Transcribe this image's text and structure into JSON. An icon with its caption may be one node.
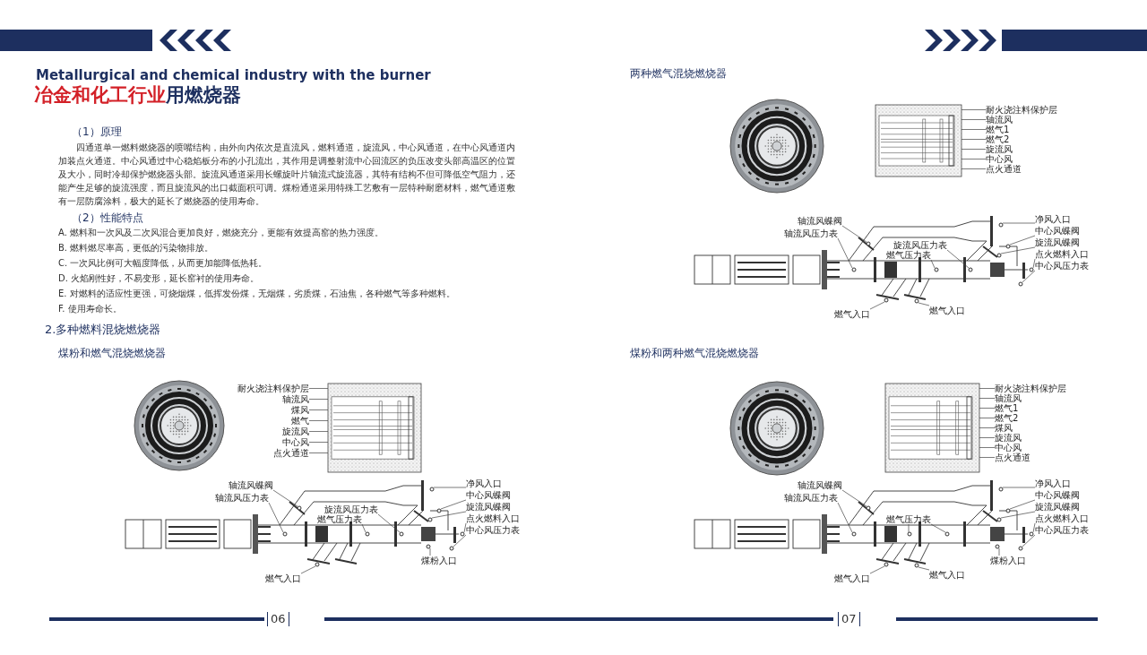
{
  "diagram": {
    "title": "Metallurgical and chemical industry with the burner",
    "nodes": [
      {
        "text": [
          "耐火浇注料保护层"
        ]
      },
      {
        "text": [
          "轴流风"
        ]
      },
      {
        "text": [
          "煤风"
        ]
      },
      {
        "text": [
          "燃气"
        ]
      },
      {
        "text": [
          "旋流风"
        ]
      },
      {
        "text": [
          "中心风"
        ]
      },
      {
        "text": [
          "点火通道"
        ]
      },
      {
        "text": [
          "轴流风蝶阀"
        ]
      },
      {
        "text": [
          "轴流风压力表"
        ]
      },
      {
        "text": [
          "旋流风压力表"
        ]
      },
      {
        "text": [
          "燃气压力表"
        ]
      },
      {
        "text": [
          "净风入口"
        ]
      },
      {
        "text": [
          "中心风蝶阀"
        ]
      },
      {
        "text": [
          "旋流风蝶阀"
        ]
      },
      {
        "text": [
          "点火燃料入口"
        ]
      },
      {
        "text": [
          "中心风压力表"
        ]
      },
      {
        "text": [
          "煤粉入口"
        ]
      },
      {
        "text": [
          "燃气入口"
        ]
      },
      {
        "text": [
          "耐火浇注料保护层"
        ]
      },
      {
        "text": [
          "轴流风"
        ]
      },
      {
        "text": [
          "燃气1"
        ]
      },
      {
        "text": [
          "燃气2"
        ]
      },
      {
        "text": [
          "旋流风"
        ]
      },
      {
        "text": [
          "中心风"
        ]
      },
      {
        "text": [
          "点火通道"
        ]
      },
      {
        "text": [
          "轴流风蝶阀"
        ]
      },
      {
        "text": [
          "轴流风压力表"
        ]
      },
      {
        "text": [
          "旋流风压力表"
        ]
      },
      {
        "text": [
          "燃气压力表"
        ]
      },
      {
        "text": [
          "净风入口"
        ]
      },
      {
        "text": [
          "中心风蝶阀"
        ]
      },
      {
        "text": [
          "旋流风蝶阀"
        ]
      },
      {
        "text": [
          "点火燃料入口"
        ]
      },
      {
        "text": [
          "中心风压力表"
        ]
      },
      {
        "text": [
          "燃气入口"
        ]
      },
      {
        "text": [
          "燃气入口"
        ]
      },
      {
        "text": [
          "耐火浇注料保护层"
        ]
      },
      {
        "text": [
          "轴流风"
        ]
      },
      {
        "text": [
          "燃气1"
        ]
      },
      {
        "text": [
          "燃气2"
        ]
      },
      {
        "text": [
          "煤风"
        ]
      },
      {
        "text": [
          "旋流风"
        ]
      },
      {
        "text": [
          "中心风"
        ]
      },
      {
        "text": [
          "点火通道"
        ]
      },
      {
        "text": [
          "轴流风蝶阀"
        ]
      },
      {
        "text": [
          "轴流风压力表"
        ]
      },
      {
        "text": [
          "燃气压力表"
        ]
      },
      {
        "text": [
          "净风入口"
        ]
      },
      {
        "text": [
          "中心风蝶阀"
        ]
      },
      {
        "text": [
          "旋流风蝶阀"
        ]
      },
      {
        "text": [
          "点火燃料入口"
        ]
      },
      {
        "text": [
          "中心风压力表"
        ]
      },
      {
        "text": [
          "煤粉入口"
        ]
      },
      {
        "text": [
          "燃气入口"
        ]
      },
      {
        "text": [
          "燃气入口"
        ]
      },
      {
        "text": [],
        "shape": "picture"
      },
      {
        "text": [],
        "shape": "circle"
      },
      {
        "text": [],
        "shape": "circle"
      },
      {
        "text": [],
        "shape": "circle"
      },
      {
        "text": [],
        "shape": "circle"
      },
      {
        "text": [],
        "shape": "circle"
      },
      {
        "text": [],
        "shape": "circle"
      },
      {
        "text": [],
        "shape": "circle"
      },
      {
        "text": [],
        "shape": "circle"
      },
      {
        "text": [],
        "shape": "circle"
      },
      {
        "text": [],
        "shape": "circle"
      },
      {
        "text": [],
        "shape": "circle"
      },
      {
        "text": [],
        "shape": "picture"
      },
      {
        "text": [],
        "shape": "circle"
      },
      {
        "text": [],
        "shape": "circle"
      },
      {
        "text": [],
        "shape": "circle"
      },
      {
        "text": [],
        "shape": "circle"
      },
      {
        "text": [],
        "shape": "circle"
      },
      {
        "text": [],
        "shape": "circle"
      },
      {
        "text": [],
        "shape": "circle"
      },
      {
        "text": [],
        "shape": "circle"
      },
      {
        "text": [],
        "shape": "circle"
      },
      {
        "text": [],
        "shape": "circle"
      },
      {
        "text": [],
        "shape": "circle"
      },
      {
        "text": [],
        "shape": "picture"
      },
      {
        "text": [],
        "shape": "circle"
      },
      {
        "text": [],
        "shape": "circle"
      },
      {
        "text": [],
        "shape": "circle"
      },
      {
        "text": [],
        "shape": "circle"
      },
      {
        "text": [],
        "shape": "circle"
      },
      {
        "text": [],
        "shape": "circle"
      },
      {
        "text": [],
        "shape": "circle"
      },
      {
        "text": [],
        "shape": "circle"
      },
      {
        "text": [],
        "shape": "circle"
      },
      {
        "text": [],
        "shape": "circle"
      },
      {
        "text": [],
        "shape": "circle"
      },
      {
        "text": [],
        "shape": "circle"
      }
    ],
    "edges": [
      {
        "from": 0,
        "to": 55,
        "arrow": "none"
      },
      {
        "from": 1,
        "to": 55,
        "arrow": "none"
      },
      {
        "from": 2,
        "to": 55,
        "arrow": "none"
      },
      {
        "from": 3,
        "to": 55,
        "arrow": "none"
      },
      {
        "from": 4,
        "to": 55,
        "arrow": "none"
      },
      {
        "from": 5,
        "to": 55,
        "arrow": "none"
      },
      {
        "from": 6,
        "to": 55,
        "arrow": "none"
      },
      {
        "from": 7,
        "to": 56,
        "arrow": "none"
      },
      {
        "from": 8,
        "to": 57,
        "arrow": "none"
      },
      {
        "from": 9,
        "to": 58,
        "arrow": "none"
      },
      {
        "from": 10,
        "to": 59,
        "arrow": "none"
      },
      {
        "from": 11,
        "to": 60,
        "arrow": "none"
      },
      {
        "from": 12,
        "to": 61,
        "arrow": "none"
      },
      {
        "from": 13,
        "to": 62,
        "arrow": "none"
      },
      {
        "from": 14,
        "to": 63,
        "arrow": "none"
      },
      {
        "from": 15,
        "to": 64,
        "arrow": "none"
      },
      {
        "from": 16,
        "to": 65,
        "arrow": "none"
      },
      {
        "from": 17,
        "to": 66,
        "arrow": "none"
      },
      {
        "from": 18,
        "to": 67,
        "arrow": "none"
      },
      {
        "from": 19,
        "to": 67,
        "arrow": "none"
      },
      {
        "from": 20,
        "to": 67,
        "arrow": "none"
      },
      {
        "from": 21,
        "to": 67,
        "arrow": "none"
      },
      {
        "from": 22,
        "to": 67,
        "arrow": "none"
      },
      {
        "from": 23,
        "to": 67,
        "arrow": "none"
      },
      {
        "from": 24,
        "to": 67,
        "arrow": "none"
      },
      {
        "from": 25,
        "to": 68,
        "arrow": "none"
      },
      {
        "from": 26,
        "to": 69,
        "arrow": "none"
      },
      {
        "from": 27,
        "to": 70,
        "arrow": "none"
      },
      {
        "from": 28,
        "to": 71,
        "arrow": "none"
      },
      {
        "from": 29,
        "to": 72,
        "arrow": "none"
      },
      {
        "from": 30,
        "to": 73,
        "arrow": "none"
      },
      {
        "from": 31,
        "to": 74,
        "arrow": "none"
      },
      {
        "from": 32,
        "to": 75,
        "arrow": "none"
      },
      {
        "from": 33,
        "to": 76,
        "arrow": "none"
      },
      {
        "from": 34,
        "to": 77,
        "arrow": "none"
      },
      {
        "from": 35,
        "to": 78,
        "arrow": "none"
      },
      {
        "from": 36,
        "to": 79,
        "arrow": "none"
      },
      {
        "from": 37,
        "to": 79,
        "arrow": "none"
      },
      {
        "from": 38,
        "to": 79,
        "arrow": "none"
      },
      {
        "from": 39,
        "to": 79,
        "arrow": "none"
      },
      {
        "from": 40,
        "to": 79,
        "arrow": "none"
      },
      {
        "from": 41,
        "to": 79,
        "arrow": "none"
      },
      {
        "from": 42,
        "to": 79,
        "arrow": "none"
      },
      {
        "from": 43,
        "to": 79,
        "arrow": "none"
      },
      {
        "from": 44,
        "to": 80,
        "arrow": "none"
      },
      {
        "from": 45,
        "to": 81,
        "arrow": "none"
      },
      {
        "from": 46,
        "to": 82,
        "arrow": "none"
      },
      {
        "from": 46,
        "to": 83,
        "arrow": "none"
      },
      {
        "from": 47,
        "to": 84,
        "arrow": "none"
      },
      {
        "from": 48,
        "to": 85,
        "arrow": "none"
      },
      {
        "from": 49,
        "to": 86,
        "arrow": "none"
      },
      {
        "from": 50,
        "to": 87,
        "arrow": "none"
      },
      {
        "from": 51,
        "to": 88,
        "arrow": "none"
      },
      {
        "from": 52,
        "to": 89,
        "arrow": "none"
      },
      {
        "from": 53,
        "to": 90,
        "arrow": "none"
      },
      {
        "from": 54,
        "to": 91,
        "arrow": "none"
      }
    ],
    "labels": [
      "冶金和化工行业",
      "用燃烧器",
      "（1）原理",
      "四通道单一燃料燃烧器的喷嘴结构，由外向内依次是直流风，燃料通道，旋流风，中心风通道，在中心风通道内加装点火通道。中心风通过中心稳焰板分布的小孔流出，其作用是调整射流中心回流区的负压改变头部高温区的位置及大小，同时冷却保护燃烧器头部。旋流风通道采用长螺旋叶片轴流式旋流器，其特有结构不但可降低空气阻力，还能产生足够的旋流强度，而且旋流风的出口截面积可调。煤粉通道采用特殊工艺敷有一层特种耐磨材料，燃气通道敷有一层防腐涂料，极大的延长了燃烧器的使用寿命。",
      "（2）性能特点",
      "A. 燃料和一次风及二次风混合更加良好，燃烧充分，更能有效提高窑的热力强度。",
      "B. 燃料燃尽率高，更低的污染物排放。",
      "C. 一次风比例可大幅度降低，从而更加能降低热耗。",
      "D. 火焰刚性好，不易变形，延长窑衬的使用寿命。",
      "E. 对燃料的适应性更强，可烧烟煤，低挥发份煤，无烟煤，劣质煤，石油焦，各种燃气等多种燃料。",
      "F. 使用寿命长。",
      "2.多种燃料混烧燃烧器",
      "煤粉和燃气混烧燃烧器",
      "两种燃气混烧燃烧器",
      "煤粉和两种燃气混烧燃烧器",
      "06",
      "07"
    ]
  }
}
